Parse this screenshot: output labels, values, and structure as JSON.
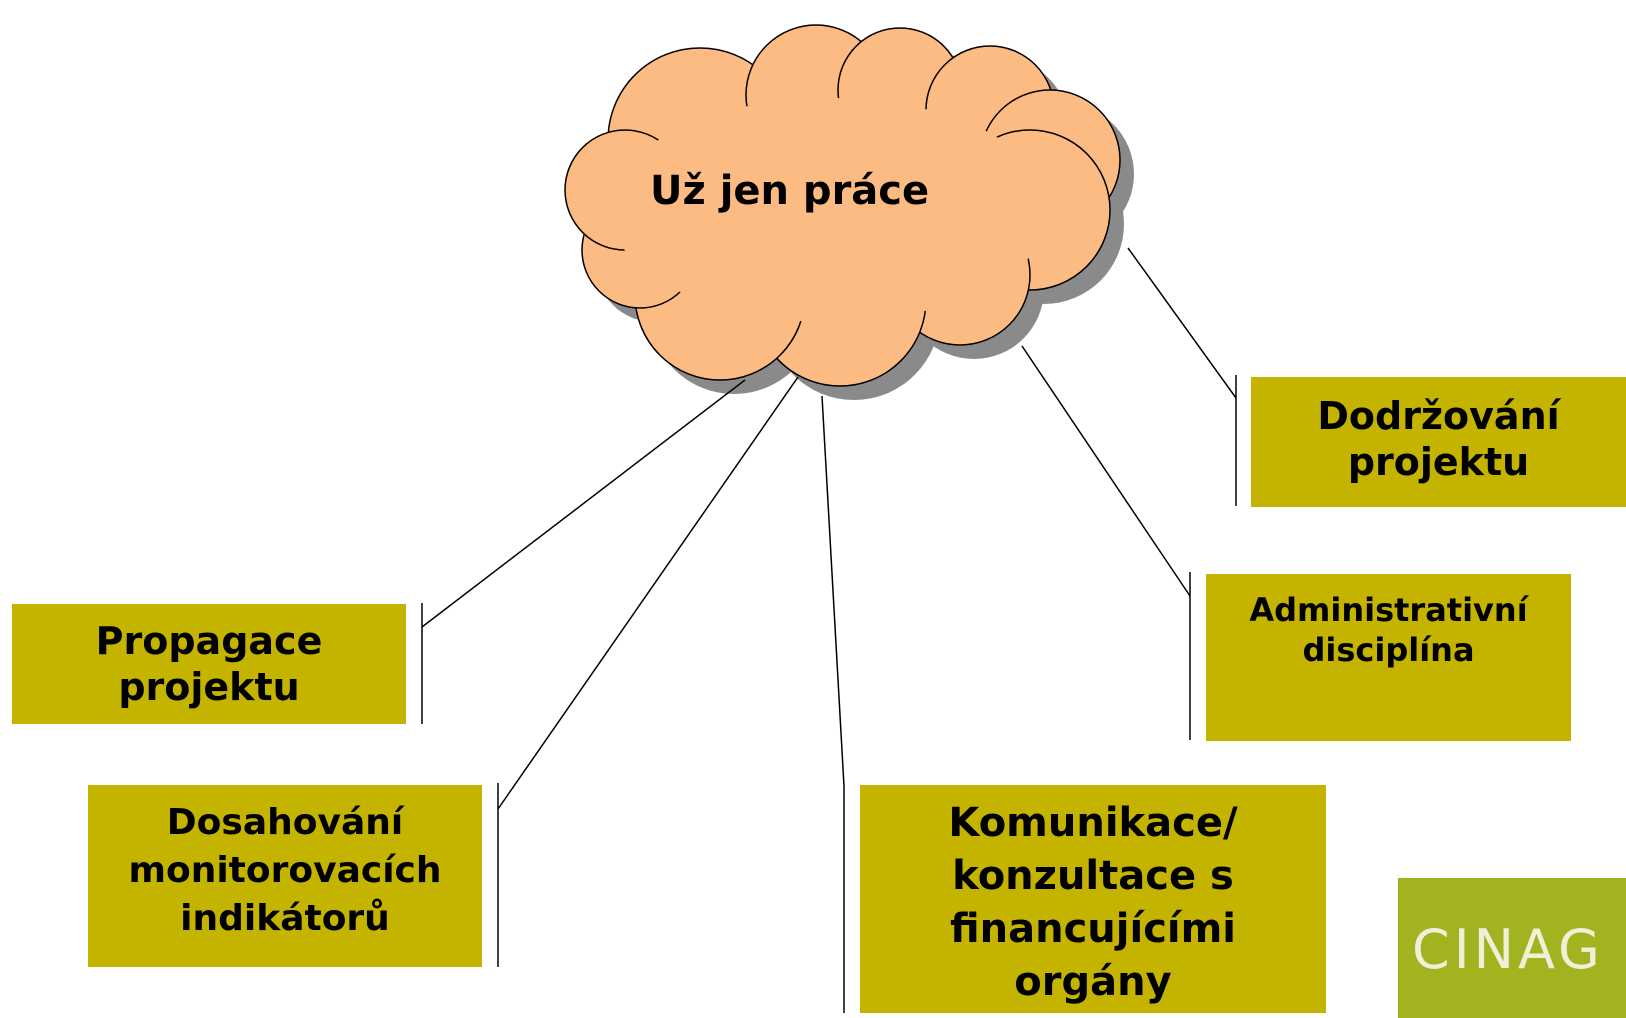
{
  "cloud": {
    "title": "Už jen práce",
    "fill": "#fdbb84",
    "shadow": "#808080"
  },
  "box_color": "#c4b400",
  "boxes": {
    "dodrzovani": {
      "lines": [
        "Dodržování",
        "projektu"
      ]
    },
    "administrativni": {
      "lines": [
        "Administrativní",
        "disciplína"
      ]
    },
    "propagace": {
      "lines": [
        "Propagace",
        "projektu"
      ]
    },
    "dosahovani": {
      "lines": [
        "Dosahování",
        "monitorovacích",
        "indikátorů"
      ]
    },
    "komunikace": {
      "lines": [
        "Komunikace/",
        "konzultace s",
        "financujícími",
        "orgány"
      ]
    }
  },
  "logo": {
    "text": "CINAG",
    "color": "#a3b21f"
  }
}
